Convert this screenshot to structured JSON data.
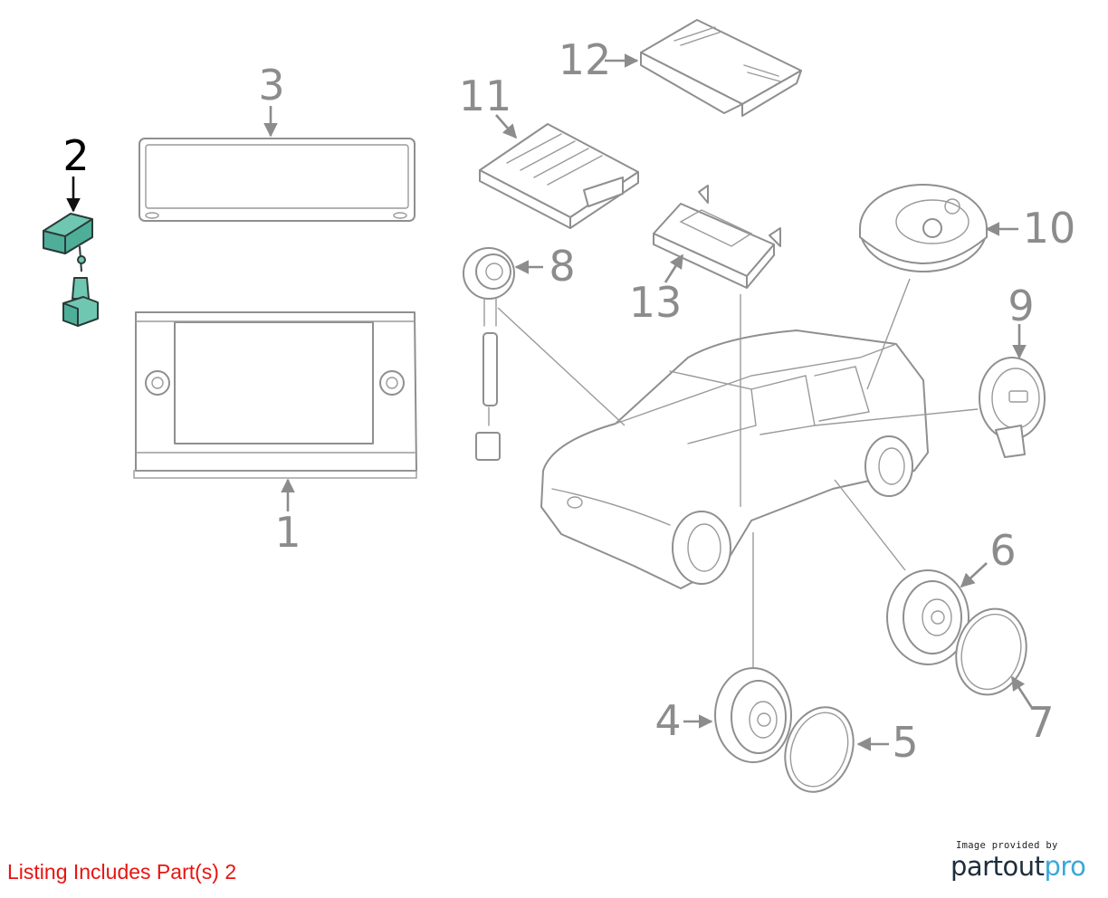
{
  "callouts": [
    {
      "id": "1",
      "text": "1"
    },
    {
      "id": "2",
      "text": "2",
      "highlighted": true
    },
    {
      "id": "3",
      "text": "3"
    },
    {
      "id": "4",
      "text": "4"
    },
    {
      "id": "5",
      "text": "5"
    },
    {
      "id": "6",
      "text": "6"
    },
    {
      "id": "7",
      "text": "7"
    },
    {
      "id": "8",
      "text": "8"
    },
    {
      "id": "9",
      "text": "9"
    },
    {
      "id": "10",
      "text": "10"
    },
    {
      "id": "11",
      "text": "11"
    },
    {
      "id": "12",
      "text": "12"
    },
    {
      "id": "13",
      "text": "13"
    }
  ],
  "listing_note": "Listing Includes Part(s) 2",
  "credit": {
    "caption": "Image provided by",
    "logo_part1": "partout",
    "logo_part2": "pro"
  },
  "colors": {
    "highlight_part": "#6fc7b2",
    "line_art": "#8f8f8f",
    "callout_text": "#8c8c8c",
    "highlight_callout": "#000000",
    "listing_note": "#e8140f",
    "logo_dark": "#1f2d3d",
    "logo_accent": "#3aa8d8"
  }
}
